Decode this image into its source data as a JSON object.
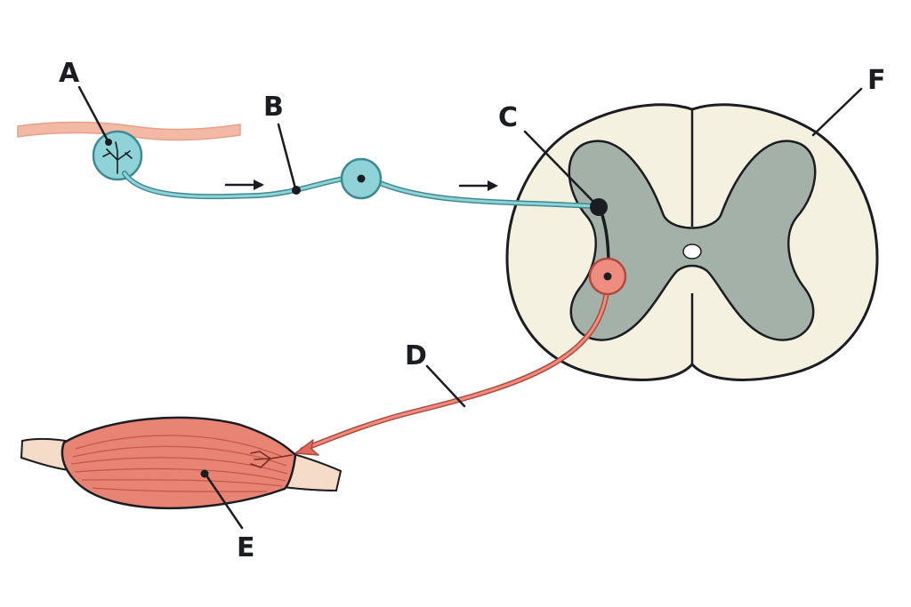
{
  "labels": {
    "a": "A",
    "b": "B",
    "c": "C",
    "d": "D",
    "e": "E",
    "f": "F"
  },
  "colors": {
    "sensory_neuron": "#8fd3d8",
    "sensory_outline": "#3d8a93",
    "motor_neuron": "#ee8c80",
    "motor_axon": "#e06a5c",
    "muscle": "#e88474",
    "tendon": "#f4dcc8",
    "skin": "#f4b9a4",
    "white_matter": "#f5f1e1",
    "grey_matter": "#a4b1a9",
    "outline": "#1b1d22"
  }
}
